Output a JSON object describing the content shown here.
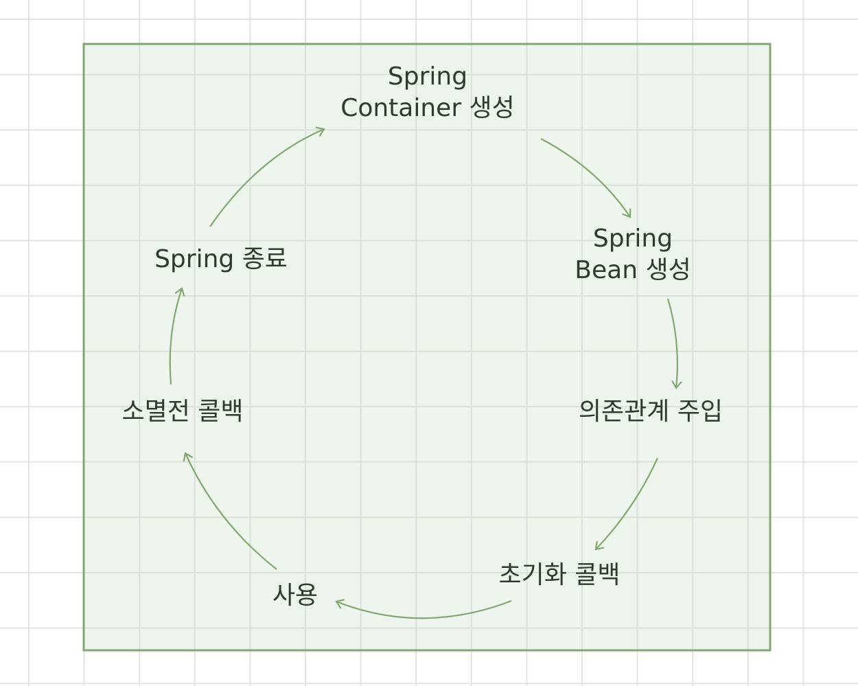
{
  "colors": {
    "box_fill": "#eef4ec",
    "box_stroke": "#82a872",
    "arrow": "#82a872",
    "grid": "#e3e3e3",
    "text": "#2f3b2f"
  },
  "nodes": [
    {
      "id": "container",
      "lines": [
        "Spring",
        "Container 생성"
      ]
    },
    {
      "id": "bean",
      "lines": [
        "Spring",
        "Bean 생성"
      ]
    },
    {
      "id": "di",
      "lines": [
        "의존관계 주입"
      ]
    },
    {
      "id": "init",
      "lines": [
        "초기화 콜백"
      ]
    },
    {
      "id": "use",
      "lines": [
        "사용"
      ]
    },
    {
      "id": "destroy",
      "lines": [
        "소멸전 콜백"
      ]
    },
    {
      "id": "end",
      "lines": [
        "Spring 종료"
      ]
    }
  ],
  "edges": [
    {
      "from": "container",
      "to": "bean"
    },
    {
      "from": "bean",
      "to": "di"
    },
    {
      "from": "di",
      "to": "init"
    },
    {
      "from": "init",
      "to": "use"
    },
    {
      "from": "use",
      "to": "destroy"
    },
    {
      "from": "destroy",
      "to": "end"
    },
    {
      "from": "end",
      "to": "container"
    }
  ]
}
